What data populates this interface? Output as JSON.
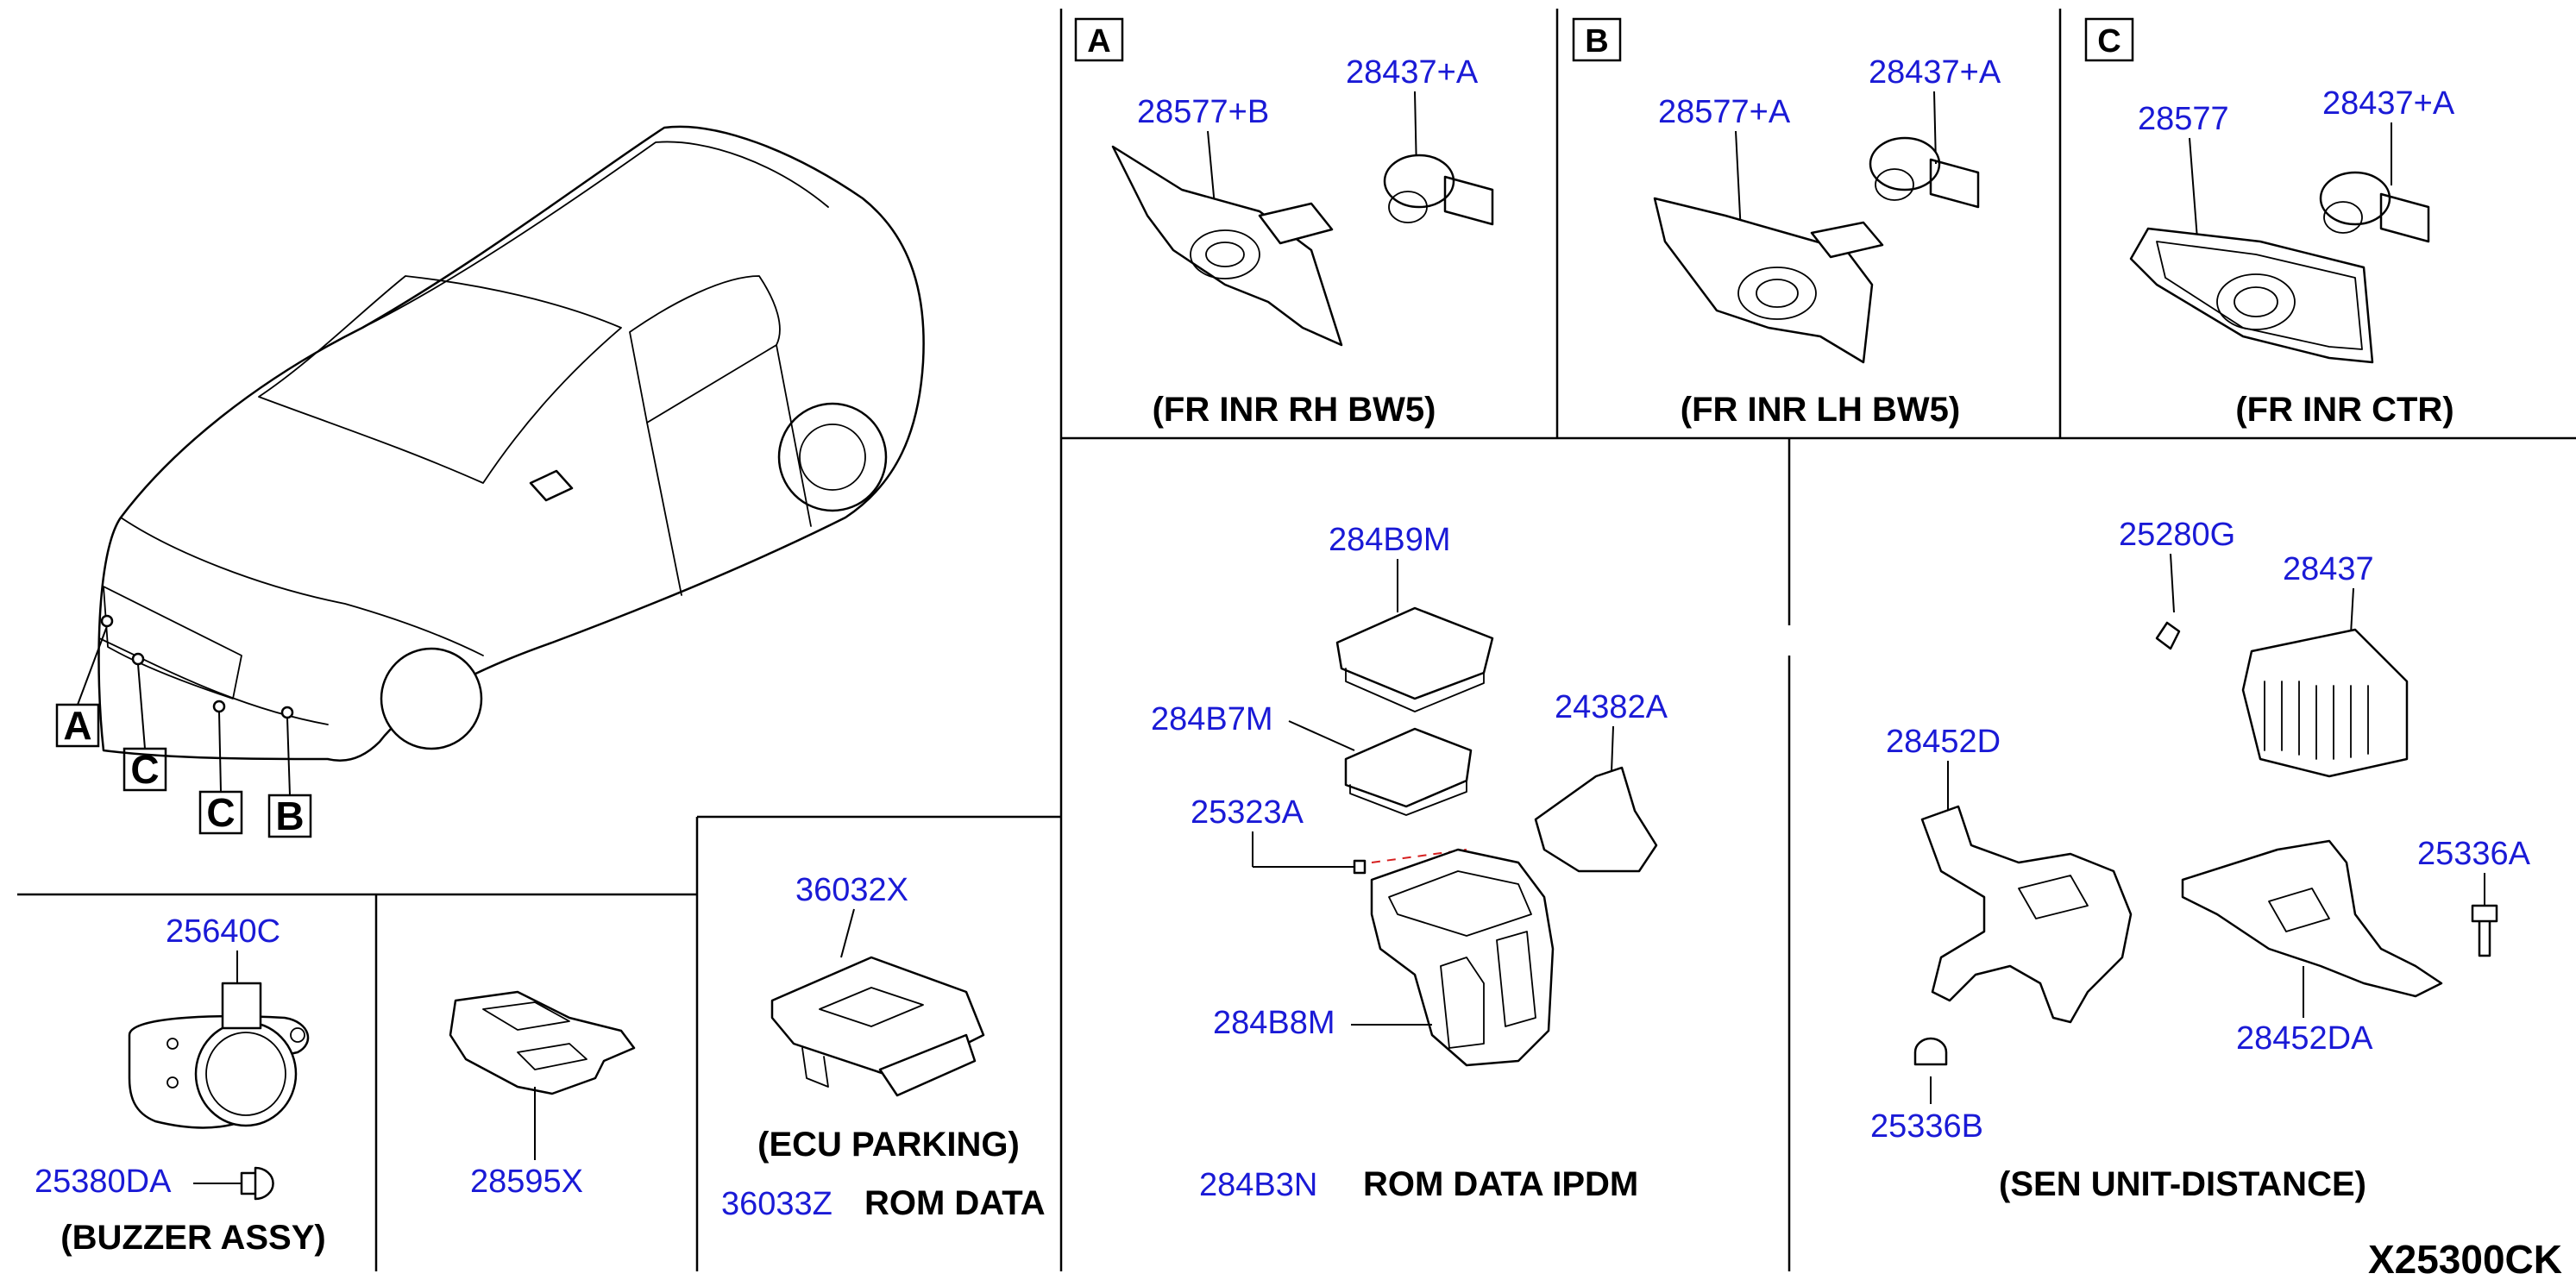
{
  "reference_code": "X25300CK",
  "colors": {
    "part_number": "#1a1ad6",
    "caption": "#000000",
    "lines": "#000000",
    "background": "#ffffff"
  },
  "overview": {
    "location_labels": [
      "A",
      "C",
      "C",
      "B"
    ]
  },
  "panels": {
    "a": {
      "letter": "A",
      "parts": [
        "28577+B",
        "28437+A"
      ],
      "caption": "(FR INR RH BW5)"
    },
    "b": {
      "letter": "B",
      "parts": [
        "28577+A",
        "28437+A"
      ],
      "caption": "(FR INR LH BW5)"
    },
    "c": {
      "letter": "C",
      "parts": [
        "28577",
        "28437+A"
      ],
      "caption": "(FR INR CTR)"
    },
    "buzzer": {
      "parts": [
        "25640C",
        "25380DA"
      ],
      "caption": "(BUZZER ASSY)"
    },
    "switch": {
      "parts": [
        "28595X"
      ]
    },
    "ecu": {
      "parts": [
        "36032X"
      ],
      "caption": "(ECU PARKING)",
      "rom_part": "36033Z",
      "rom_label": "ROM DATA"
    },
    "ipdm": {
      "parts": [
        "284B9M",
        "284B7M",
        "24382A",
        "25323A",
        "284B8M"
      ],
      "rom_part": "284B3N",
      "rom_label": "ROM DATA IPDM"
    },
    "sensor": {
      "parts": [
        "25280G",
        "28437",
        "28452D",
        "25336A",
        "28452DA",
        "25336B"
      ],
      "caption": "(SEN UNIT-DISTANCE)"
    }
  }
}
